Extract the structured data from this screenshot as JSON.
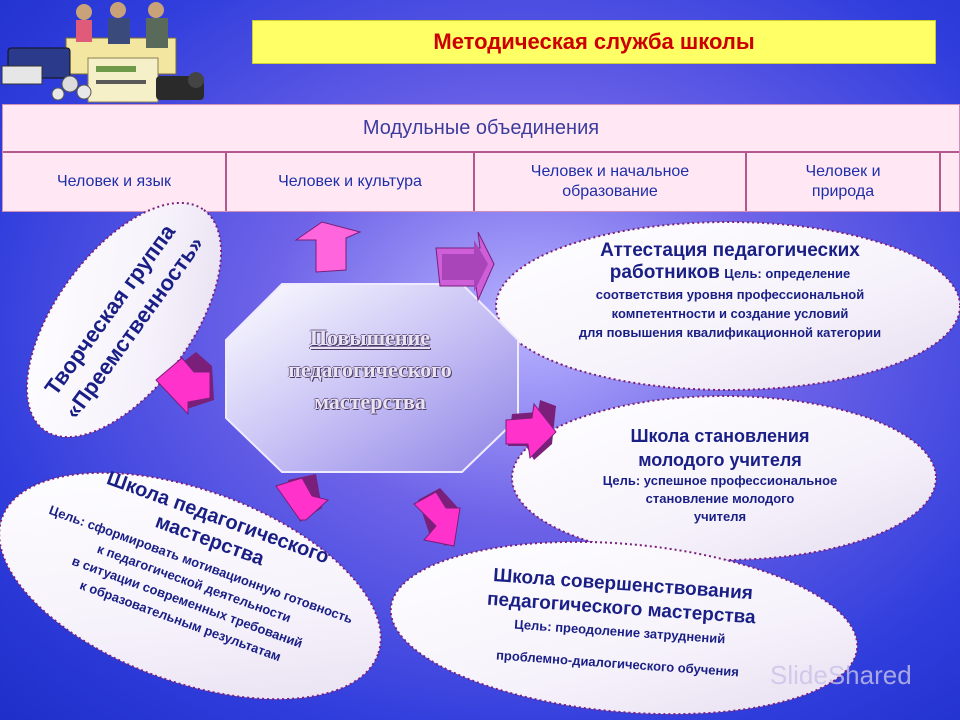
{
  "title": "Методическая служба школы",
  "modules": {
    "header": "Модульные объединения",
    "items": [
      "Человек и язык",
      "Человек и культура",
      "Человек и начальное образование",
      "Человек и природа"
    ]
  },
  "center": {
    "lines": [
      "Повышение",
      "педагогического",
      "мастерства"
    ]
  },
  "creative_group": {
    "line1": "Творческая группа",
    "line2": "«Преемственность»"
  },
  "attestation": {
    "title_line1": "Аттестация педагогических",
    "title_line2": "работников",
    "goal_inline": "Цель: определение",
    "goal_lines": [
      "соответствия уровня профессиональной",
      "компетентности и создание условий",
      "для повышения квалификационной категории"
    ]
  },
  "young_teacher": {
    "title_lines": [
      "Школа становления",
      "молодого учителя"
    ],
    "goal_lines": [
      "Цель: успешное профессиональное",
      "становление молодого",
      "учителя"
    ]
  },
  "mastery_school": {
    "title_lines": [
      "Школа педагогического",
      "мастерства"
    ],
    "goal_lines": [
      "Цель: сформировать мотивационную готовность",
      "к педагогической деятельности",
      "в ситуации современных требований",
      "к образовательным результатам"
    ]
  },
  "improvement_school": {
    "title_lines": [
      "Школа совершенствования",
      "педагогического мастерства"
    ],
    "goal_lines": [
      "Цель: преодоление затруднений",
      "проблемно-диалогического обучения"
    ]
  },
  "watermark": "SlideShared",
  "colors": {
    "title_bg": "#ffff66",
    "title_text": "#cc0000",
    "arrow": "#ff33cc",
    "oval_text": "#1a1f86"
  }
}
